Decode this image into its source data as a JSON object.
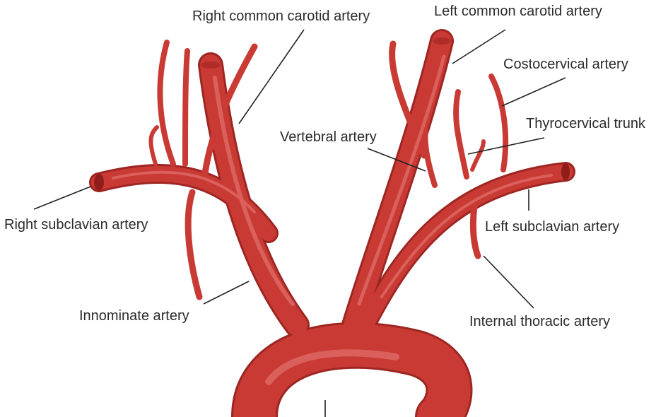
{
  "colors": {
    "artery": "#c93a35",
    "artery_dark": "#9e2622",
    "artery_highlight": "#e8807a",
    "lumen": "#8f1d1a",
    "leader_line": "#222222",
    "label_text": "#2b2b2b"
  },
  "labels": {
    "right_common_carotid": "Right common carotid artery",
    "left_common_carotid": "Left common carotid artery",
    "costocervical": "Costocervical artery",
    "thyrocervical": "Thyrocervical trunk",
    "vertebral": "Vertebral artery",
    "right_subclavian": "Right subclavian artery",
    "left_subclavian": "Left subclavian artery",
    "innominate": "Innominate artery",
    "internal_thoracic": "Internal thoracic artery"
  }
}
